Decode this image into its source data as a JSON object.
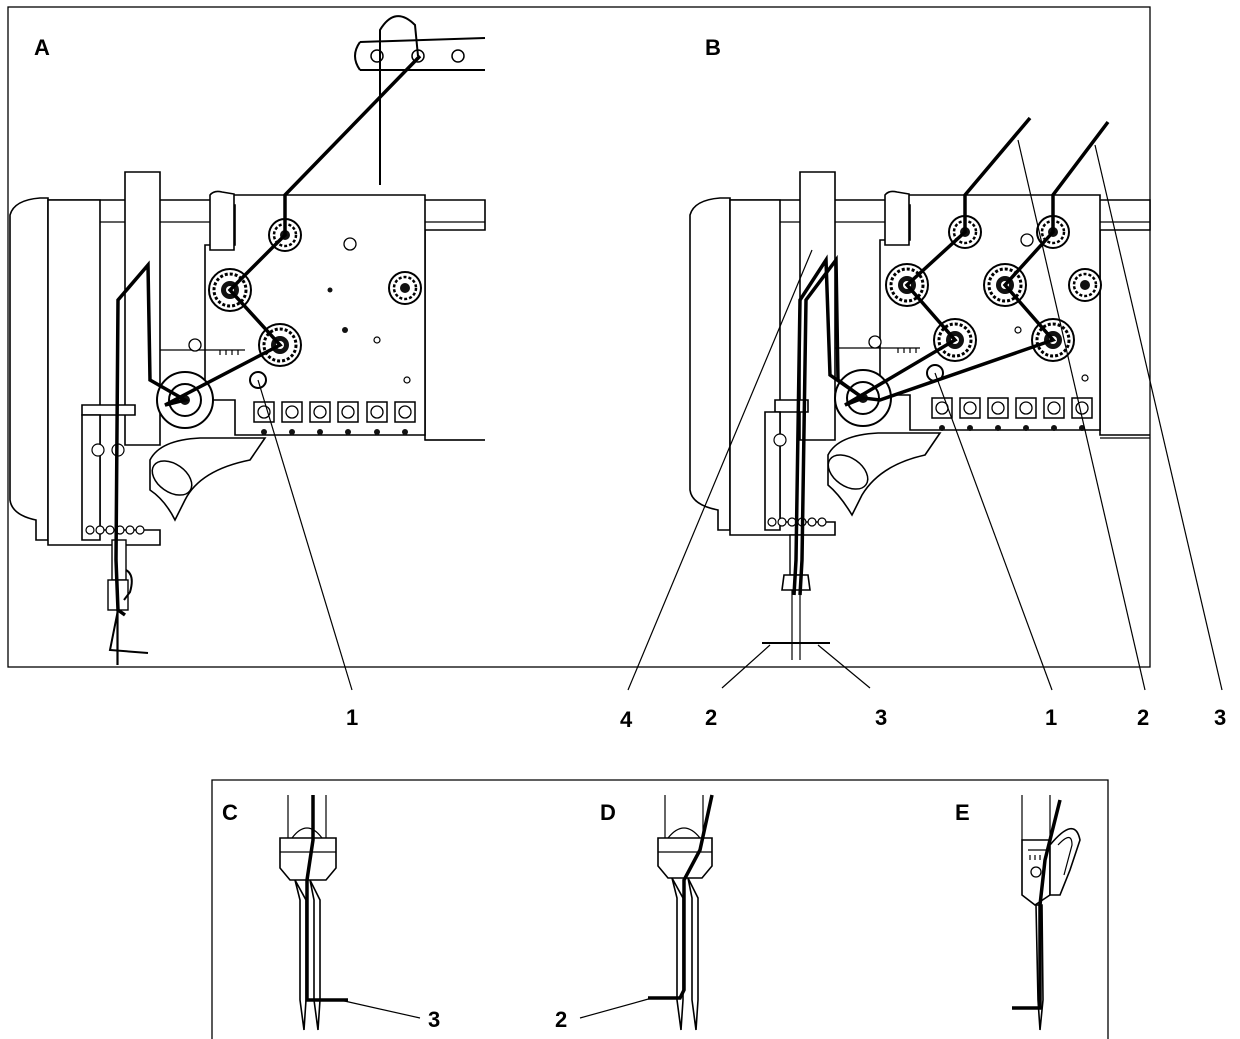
{
  "panels": [
    {
      "id": "A",
      "letter": "A",
      "callouts": [
        "1"
      ]
    },
    {
      "id": "B",
      "letter": "B",
      "callouts": [
        "4",
        "2",
        "3",
        "1",
        "2",
        "3"
      ]
    },
    {
      "id": "C",
      "letter": "C",
      "callouts": [
        "3"
      ]
    },
    {
      "id": "D",
      "letter": "D",
      "callouts": [
        "2"
      ]
    },
    {
      "id": "E",
      "letter": "E",
      "callouts": []
    }
  ]
}
